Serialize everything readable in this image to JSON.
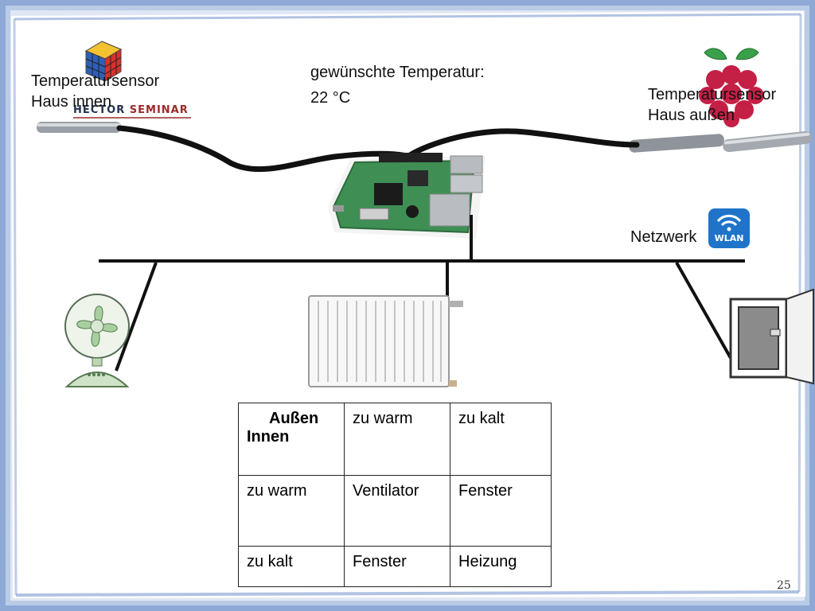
{
  "logo": {
    "brand": "HECTOR",
    "suffix": "SEMINAR"
  },
  "labels": {
    "sensor_inside_line1": "Temperatursensor",
    "sensor_inside_line2": "Haus innen",
    "sensor_outside_line1": "Temperatursensor",
    "sensor_outside_line2": "Haus außen",
    "desired_temp_label": "gewünschte Temperatur:",
    "desired_temp_value": "22 °C",
    "network": "Netzwerk",
    "wlan_badge": "WLAN"
  },
  "table": {
    "header_outside": "Außen",
    "header_inside": "Innen",
    "col_headers": [
      "zu warm",
      "zu kalt"
    ],
    "rows": [
      {
        "label": "zu warm",
        "cells": [
          "Ventilator",
          "Fenster"
        ]
      },
      {
        "label": "zu kalt",
        "cells": [
          "Fenster",
          "Heizung"
        ]
      }
    ]
  },
  "page_number": "25",
  "colors": {
    "frame_blue": "#8fa9d6",
    "pcb_green": "#3f8f54",
    "raspberry_red": "#c41f45",
    "fan_green": "#cfe3c8",
    "wlan_blue": "#1f74c9"
  },
  "icons": [
    "hector-seminar-logo",
    "raspberry-pi-logo",
    "raspberry-pi-board",
    "wlan-icon",
    "fan-icon",
    "radiator-icon",
    "window-icon",
    "temperature-probe-icon"
  ]
}
